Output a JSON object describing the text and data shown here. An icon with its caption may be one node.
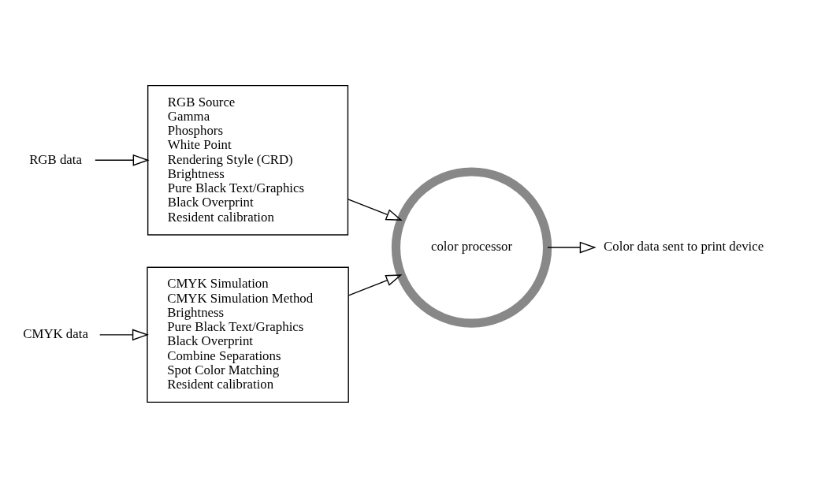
{
  "diagram": {
    "nodes": [
      {
        "text": [
          "RGB data"
        ]
      },
      {
        "text": [
          "RGB Source",
          "Gamma",
          "Phosphors",
          "White Point",
          "Rendering Style (CRD)",
          "Brightness",
          "Pure Black Text/Graphics",
          "Black Overprint",
          "Resident calibration"
        ]
      },
      {
        "text": [
          "CMYK data"
        ]
      },
      {
        "text": [
          "CMYK Simulation",
          "CMYK Simulation Method",
          "Brightness",
          "Pure Black Text/Graphics",
          "Black Overprint",
          "Combine Separations",
          "Spot Color Matching",
          "Resident calibration"
        ]
      },
      {
        "text": [
          "color processor"
        ]
      },
      {
        "text": [
          "Color data sent to print device"
        ]
      }
    ],
    "edges": [
      {
        "from": 0,
        "to": 1,
        "arrow": "to"
      },
      {
        "from": 2,
        "to": 3,
        "arrow": "to"
      },
      {
        "from": 1,
        "to": 4,
        "arrow": "to"
      },
      {
        "from": 3,
        "to": 4,
        "arrow": "to"
      },
      {
        "from": 4,
        "to": 5,
        "arrow": "to"
      }
    ]
  }
}
